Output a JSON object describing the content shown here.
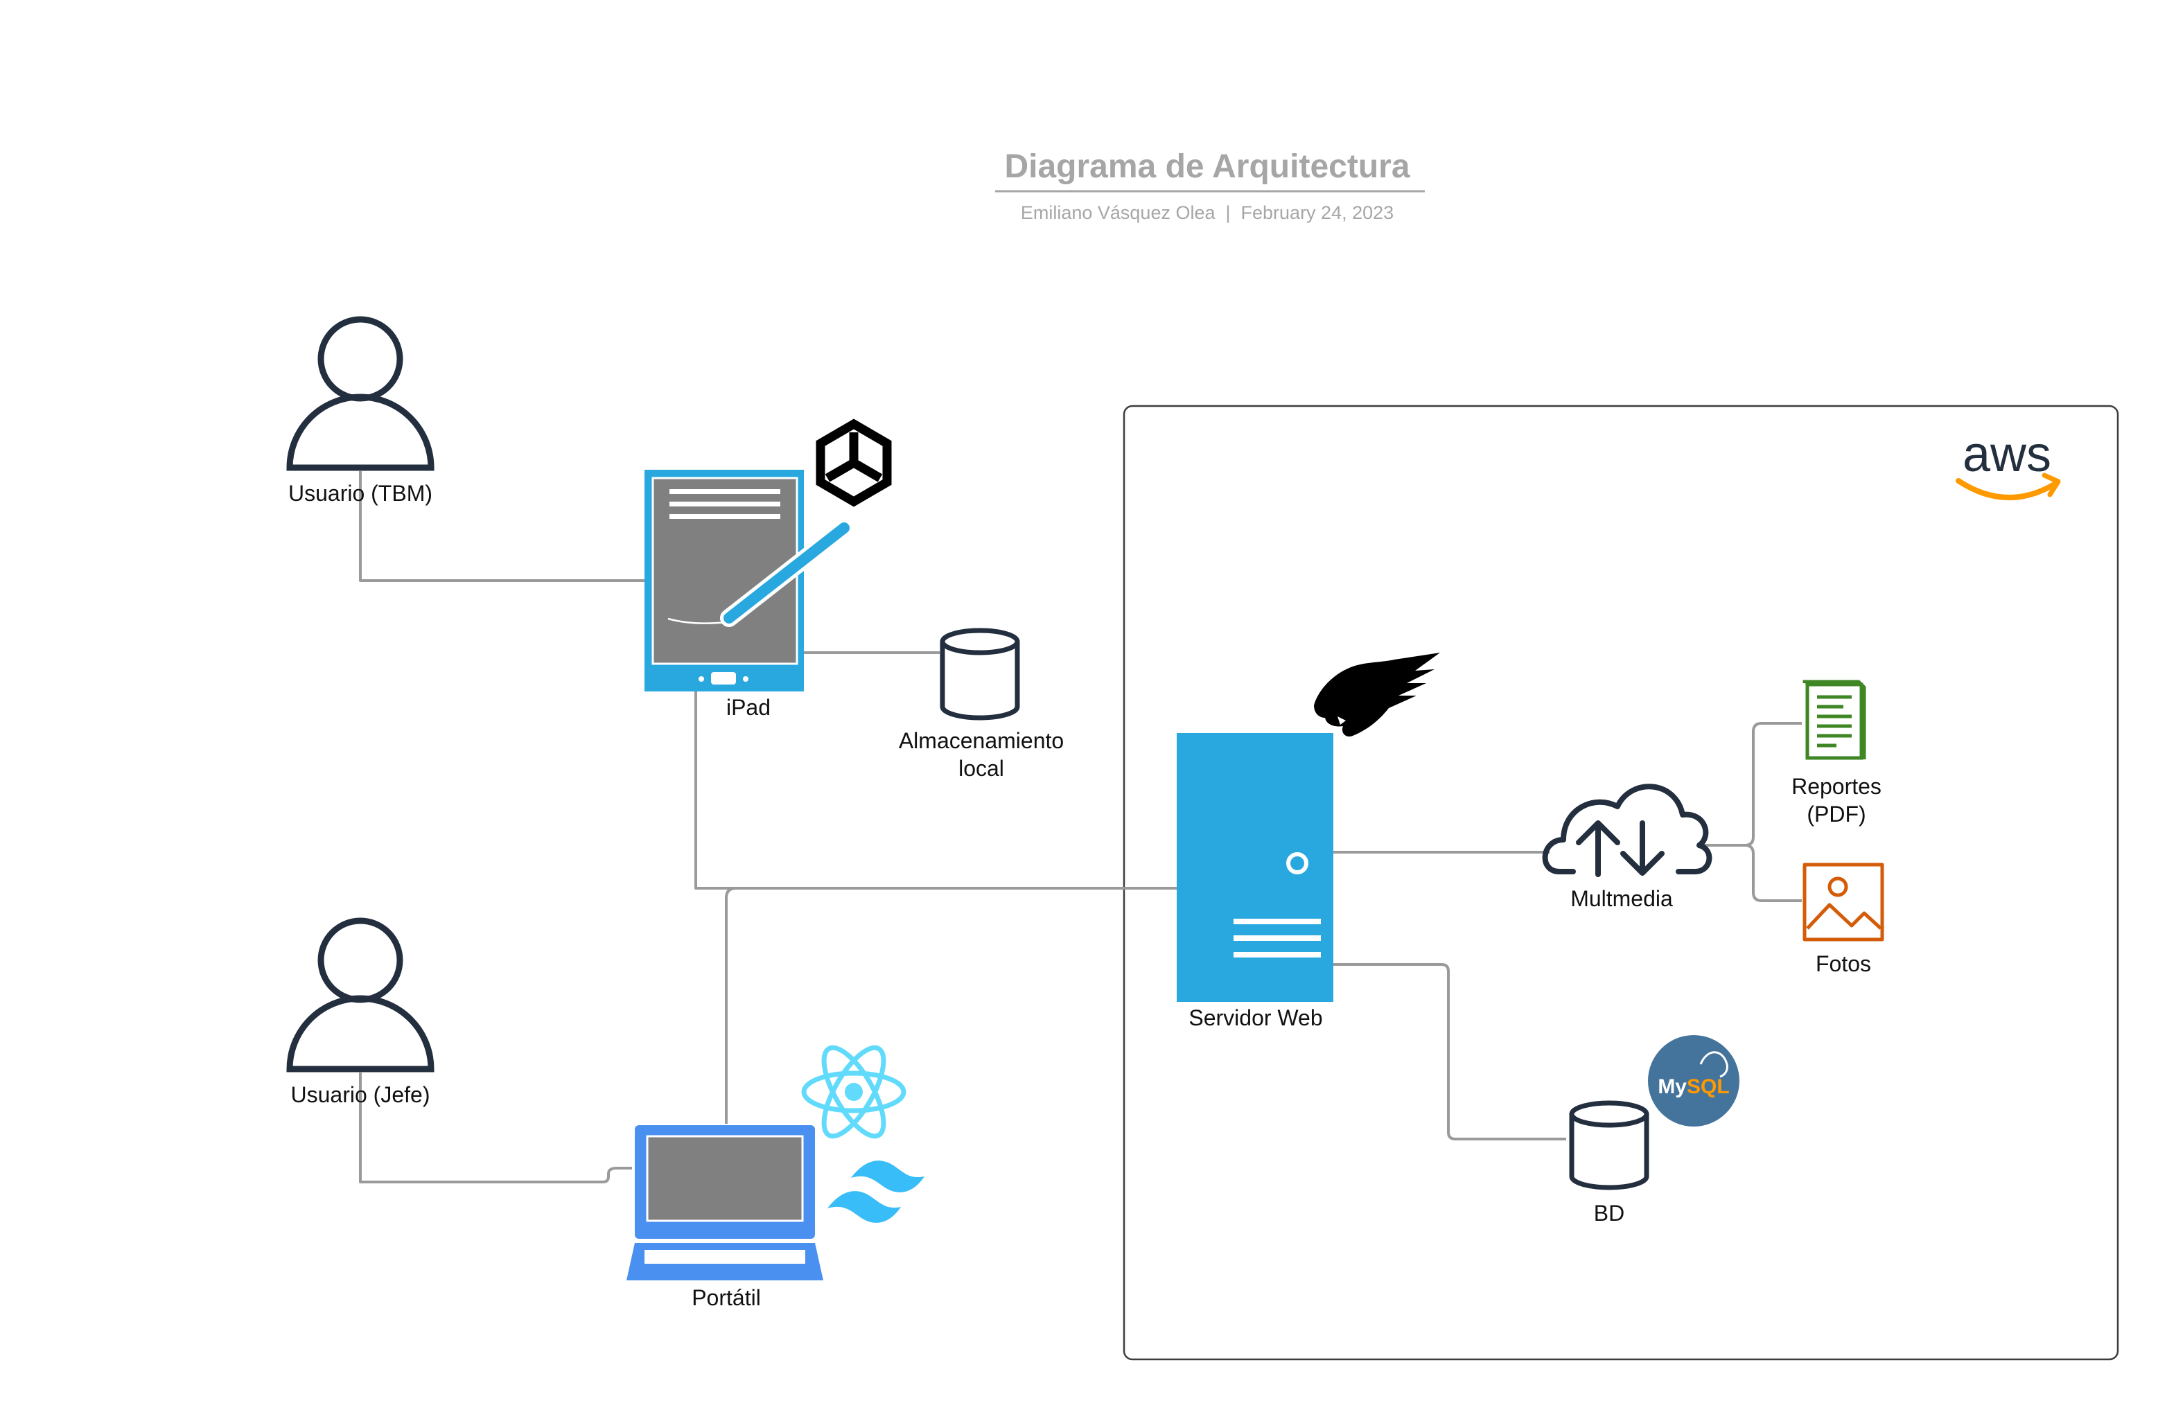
{
  "diagram": {
    "title": "Diagrama de Arquitectura",
    "subtitle": "Emiliano Vásquez Olea  |  February 24, 2023",
    "cloud_provider_logo_text": "aws",
    "nodes": {
      "user_tbm": "Usuario (TBM)",
      "user_jefe": "Usuario (Jefe)",
      "ipad": "iPad",
      "local_storage_line1": "Almacenamiento",
      "local_storage_line2": "local",
      "laptop": "Portátil",
      "web_server": "Servidor Web",
      "multimedia": "Multmedia",
      "reports_line1": "Reportes",
      "reports_line2": "(PDF)",
      "photos": "Fotos",
      "database": "BD",
      "mysql_logo_text": "MySQL"
    }
  },
  "colors": {
    "title": "#a6a6a6",
    "dark_icon": "#232f3e",
    "device_blue": "#29a8e0",
    "laptop_blue": "#4a90f0",
    "screen_gray": "#808080",
    "connector": "#9a9a9a",
    "aws_orange": "#ff9900",
    "react_cyan": "#61dafb",
    "tailwind_cyan": "#38bdf8",
    "reports_green": "#3f8624",
    "photos_orange": "#d45b07",
    "mysql_blue": "#44739b"
  }
}
